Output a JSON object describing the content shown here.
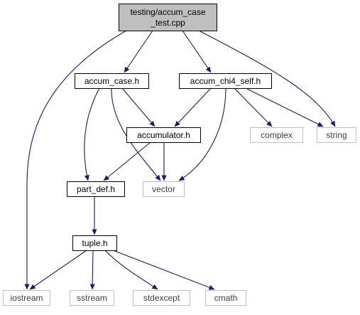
{
  "colors": {
    "edge": "#191970",
    "root_fill": "#bfbfbf",
    "root_stroke": "#000000",
    "node_stroke": "#000000",
    "external_stroke": "#bfbfbf",
    "external_text": "#404040",
    "text": "#000000"
  },
  "nodes": {
    "root": {
      "lines": [
        "testing/accum_case",
        "_test.cpp"
      ],
      "kind": "root"
    },
    "accum_case_h": {
      "lines": [
        "accum_case.h"
      ],
      "kind": "file"
    },
    "accum_chi4_self_h": {
      "lines": [
        "accum_chi4_self.h"
      ],
      "kind": "file"
    },
    "accumulator_h": {
      "lines": [
        "accumulator.h"
      ],
      "kind": "file"
    },
    "complex": {
      "lines": [
        "complex"
      ],
      "kind": "external"
    },
    "string": {
      "lines": [
        "string"
      ],
      "kind": "external"
    },
    "part_def_h": {
      "lines": [
        "part_def.h"
      ],
      "kind": "file"
    },
    "vector": {
      "lines": [
        "vector"
      ],
      "kind": "external"
    },
    "tuple_h": {
      "lines": [
        "tuple.h"
      ],
      "kind": "file"
    },
    "iostream": {
      "lines": [
        "iostream"
      ],
      "kind": "external"
    },
    "sstream": {
      "lines": [
        "sstream"
      ],
      "kind": "external"
    },
    "stdexcept": {
      "lines": [
        "stdexcept"
      ],
      "kind": "external"
    },
    "cmath": {
      "lines": [
        "cmath"
      ],
      "kind": "external"
    }
  },
  "edges": [
    [
      "root",
      "accum_case_h"
    ],
    [
      "root",
      "accum_chi4_self_h"
    ],
    [
      "root",
      "iostream"
    ],
    [
      "root",
      "string"
    ],
    [
      "accum_case_h",
      "accumulator_h"
    ],
    [
      "accum_case_h",
      "part_def_h"
    ],
    [
      "accum_case_h",
      "vector"
    ],
    [
      "accum_chi4_self_h",
      "accumulator_h"
    ],
    [
      "accum_chi4_self_h",
      "complex"
    ],
    [
      "accum_chi4_self_h",
      "string"
    ],
    [
      "accum_chi4_self_h",
      "vector"
    ],
    [
      "accumulator_h",
      "part_def_h"
    ],
    [
      "accumulator_h",
      "vector"
    ],
    [
      "part_def_h",
      "tuple_h"
    ],
    [
      "tuple_h",
      "iostream"
    ],
    [
      "tuple_h",
      "sstream"
    ],
    [
      "tuple_h",
      "stdexcept"
    ],
    [
      "tuple_h",
      "cmath"
    ]
  ]
}
